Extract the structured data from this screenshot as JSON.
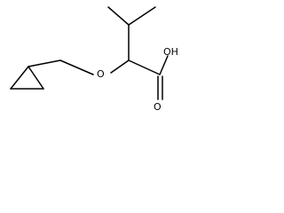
{
  "molecule": {
    "atoms": {
      "ether_oxygen": "O",
      "carbonyl_oxygen": "O",
      "hydroxyl": "OH"
    },
    "colors": {
      "bond": "#000000",
      "text": "#000000",
      "background": "#ffffff"
    }
  }
}
